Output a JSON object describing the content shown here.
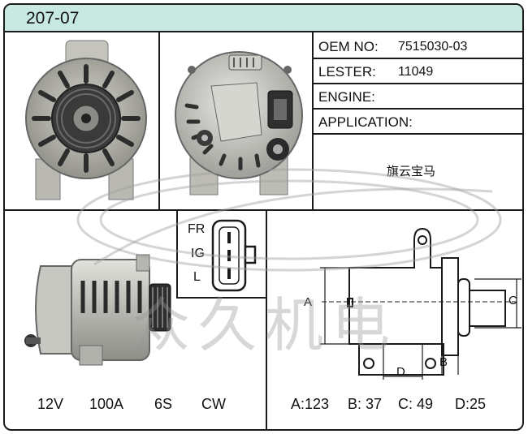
{
  "header": {
    "title": "207-07"
  },
  "specs": {
    "oem_label": "OEM NO:",
    "oem_value": "7515030-03",
    "lester_label": "LESTER:",
    "lester_value": "11049",
    "engine_label": "ENGINE:",
    "engine_value": "",
    "application_label": "APPLICATION:",
    "application_value": "旗云宝马"
  },
  "connector": {
    "pins": [
      "FR",
      "IG",
      "L"
    ]
  },
  "ratings": {
    "voltage": "12V",
    "current": "100A",
    "pulley": "6S",
    "rotation": "CW"
  },
  "dimensions": {
    "labels": {
      "a": "A",
      "b": "B",
      "c": "C",
      "d": "D"
    },
    "summary": {
      "a": "A:123",
      "b": "B: 37",
      "c": "C: 49",
      "d": "D:25"
    }
  },
  "watermark": {
    "text": "众久机电"
  },
  "colors": {
    "header_bg": "#c8e9e2",
    "border": "#1a1a1a"
  }
}
